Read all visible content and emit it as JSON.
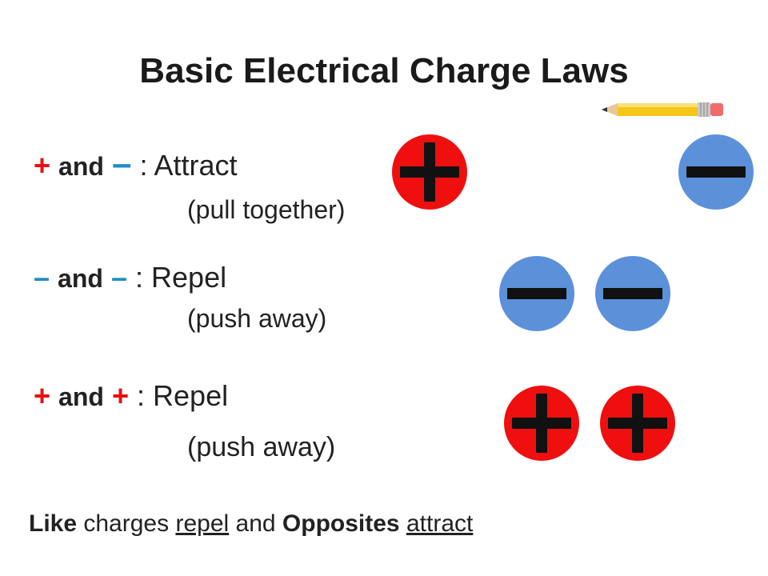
{
  "title": "Basic Electrical Charge Laws",
  "rules": [
    {
      "sym1": "+",
      "conj": "and",
      "sym2": "–",
      "colon": ":",
      "verb": "Attract",
      "note": "(pull together)"
    },
    {
      "sym1": "–",
      "conj": "and",
      "sym2": "–",
      "colon": ":",
      "verb": "Repel",
      "note": "(push away)"
    },
    {
      "sym1": "+",
      "conj": "and",
      "sym2": "+",
      "colon": ":",
      "verb": "Repel",
      "note": "(push away)"
    }
  ],
  "summary": {
    "w1": "Like",
    "w2": "charges",
    "w3": "repel",
    "w4": "and",
    "w5": "Opposites",
    "w6": "attract"
  },
  "colors": {
    "positive": "#ef0f0f",
    "negative": "#5b91d9",
    "sign_red": "#e81010",
    "sign_blue": "#1e8fc7"
  },
  "icons": [
    "pencil-icon",
    "positive-charge-icon",
    "negative-charge-icon"
  ]
}
